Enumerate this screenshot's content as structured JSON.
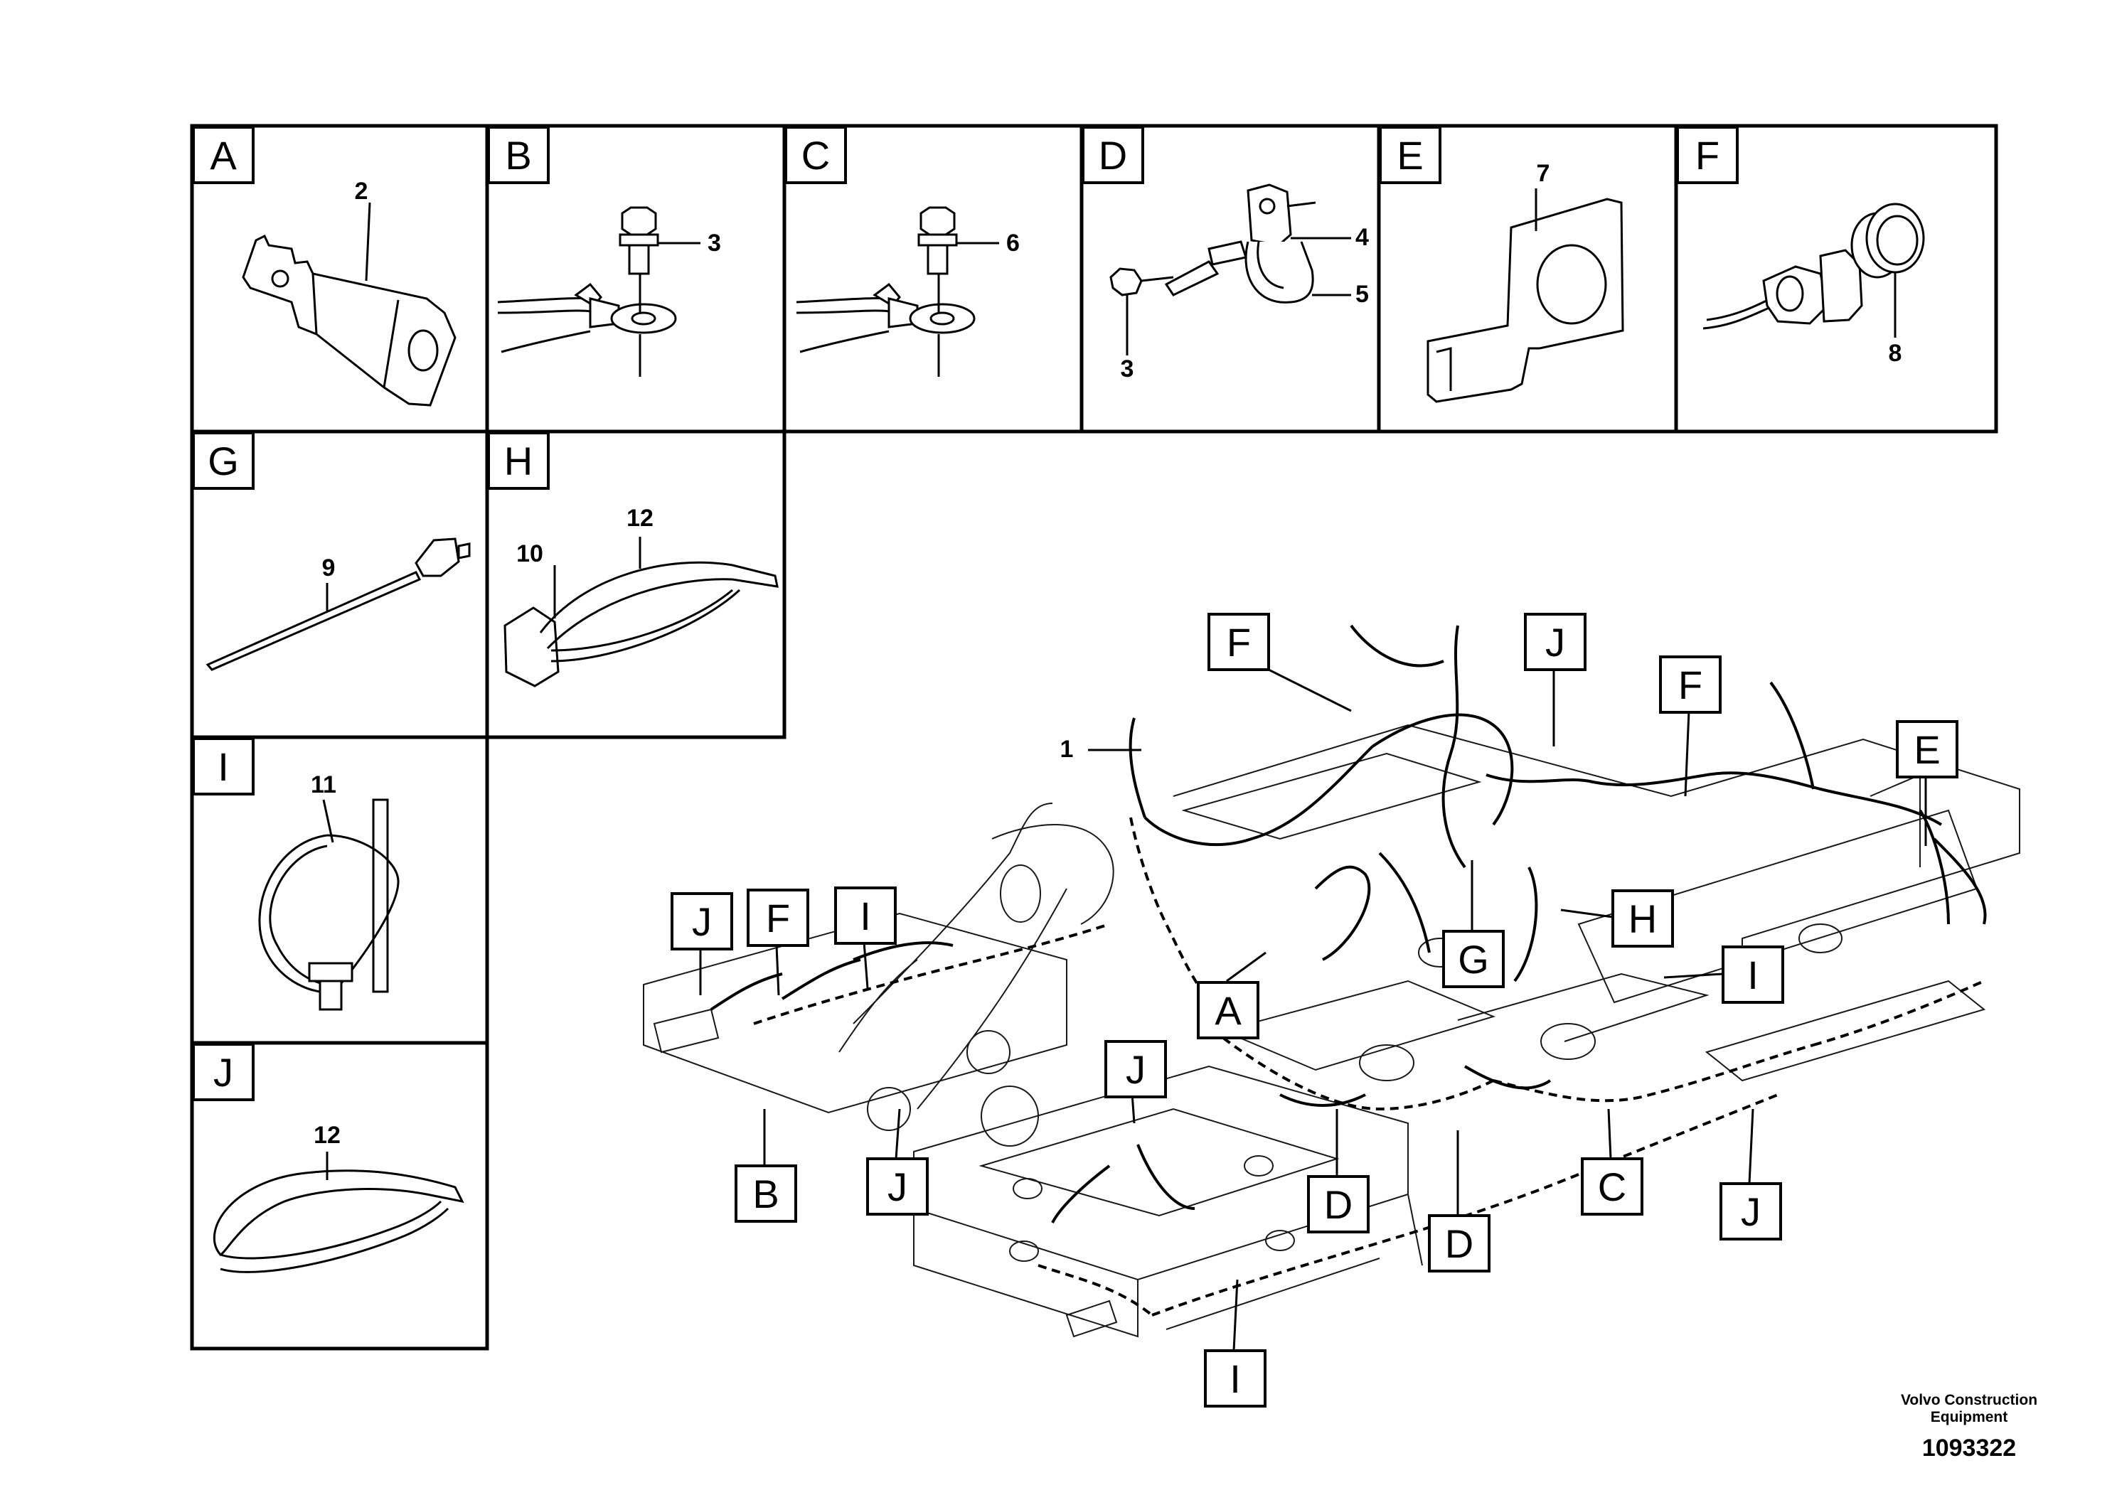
{
  "panels": [
    {
      "letter": "A",
      "items": [
        "2"
      ]
    },
    {
      "letter": "B",
      "items": [
        "3"
      ]
    },
    {
      "letter": "C",
      "items": [
        "6"
      ]
    },
    {
      "letter": "D",
      "items": [
        "4",
        "5",
        "3"
      ]
    },
    {
      "letter": "E",
      "items": [
        "7"
      ]
    },
    {
      "letter": "F",
      "items": [
        "8"
      ]
    },
    {
      "letter": "G",
      "items": [
        "9"
      ]
    },
    {
      "letter": "H",
      "items": [
        "10",
        "12"
      ]
    },
    {
      "letter": "I",
      "items": [
        "11"
      ]
    },
    {
      "letter": "J",
      "items": [
        "12"
      ]
    }
  ],
  "main_assembly": {
    "item_1": "1",
    "callouts": {
      "f_top": "F",
      "j_top": "J",
      "f_right": "F",
      "e_right": "E",
      "j_left": "J",
      "f_left": "F",
      "i_left": "I",
      "a_center": "A",
      "g_center": "G",
      "h_center": "H",
      "i_right": "I",
      "j_center": "J",
      "b_bottom": "B",
      "j_bottom_left": "J",
      "d_bottom": "D",
      "d_bottom2": "D",
      "c_bottom": "C",
      "j_bottom_right": "J",
      "i_bottom": "I"
    }
  },
  "footer": {
    "company_line1": "Volvo Construction",
    "company_line2": "Equipment",
    "drawing_number": "1093322"
  }
}
